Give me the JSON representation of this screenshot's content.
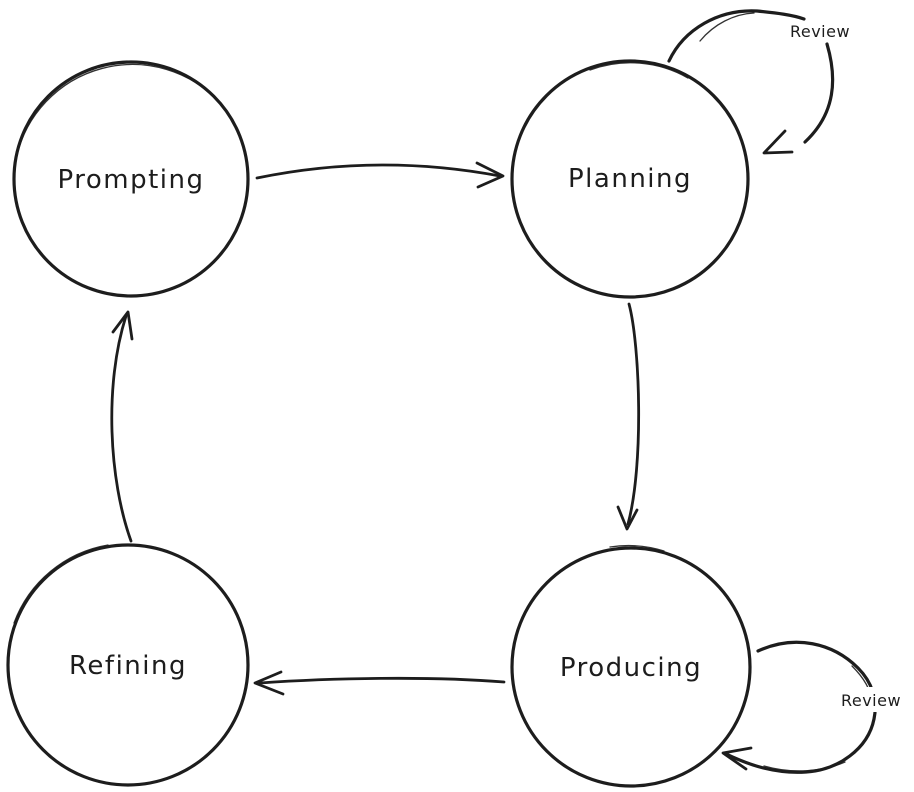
{
  "diagram": {
    "background": "#ffffff",
    "stroke_color": "#1d1d1d",
    "nodes": [
      {
        "id": "prompting",
        "label": "Prompting"
      },
      {
        "id": "planning",
        "label": "Planning"
      },
      {
        "id": "producing",
        "label": "Producing"
      },
      {
        "id": "refining",
        "label": "Refining"
      }
    ],
    "edges": [
      {
        "from": "prompting",
        "to": "planning",
        "type": "arrow",
        "label": ""
      },
      {
        "from": "planning",
        "to": "producing",
        "type": "arrow",
        "label": ""
      },
      {
        "from": "producing",
        "to": "refining",
        "type": "arrow",
        "label": ""
      },
      {
        "from": "refining",
        "to": "prompting",
        "type": "arrow",
        "label": ""
      },
      {
        "from": "planning",
        "to": "planning",
        "type": "self-loop",
        "label": "Review"
      },
      {
        "from": "producing",
        "to": "producing",
        "type": "self-loop",
        "label": "Review"
      }
    ]
  }
}
